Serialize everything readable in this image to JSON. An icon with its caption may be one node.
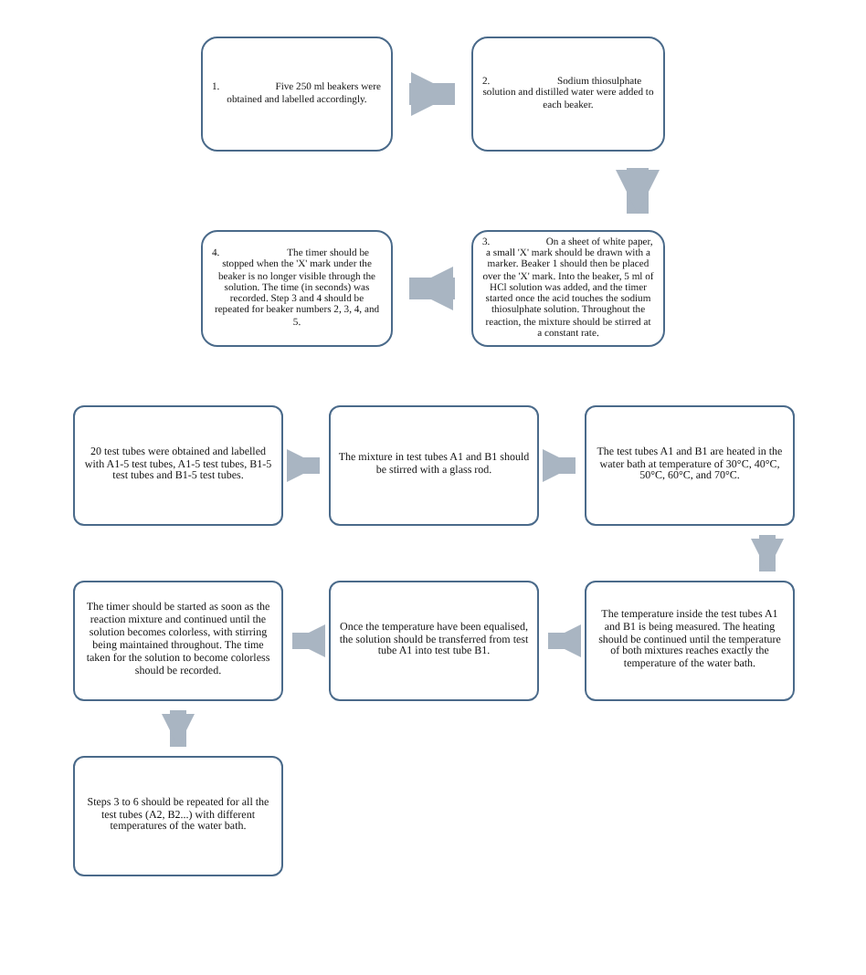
{
  "diagram": {
    "nodes": [
      {
        "text": [
          "1.",
          "Five 250 ml beakers were obtained and labelled accordingly."
        ]
      },
      {
        "text": [
          "2.",
          "Sodium thiosulphate solution and distilled water were added to each beaker."
        ]
      },
      {
        "text": [
          "3.",
          "On a sheet of white paper, a small 'X' mark should be drawn with a marker. Beaker 1 should then be placed over the 'X' mark. Into the beaker, 5 ml of HCl solution was added, and the timer started once the acid touches the sodium thiosulphate solution. Throughout the reaction, the mixture should be stirred at a constant rate."
        ]
      },
      {
        "text": [
          "4.",
          "The timer should be stopped when the 'X' mark under the beaker is no longer visible through the solution. The time (in seconds) was recorded. Step 3 and 4 should be repeated for beaker numbers 2, 3, 4, and 5."
        ]
      },
      {
        "text": [
          "20 test tubes were obtained and labelled with A1-5 test tubes, A1-5 test tubes, B1-5 test tubes and B1-5 test tubes."
        ]
      },
      {
        "text": [
          "The mixture in test tubes A1 and B1 should be stirred with a glass rod."
        ]
      },
      {
        "text": [
          "The test tubes A1 and B1 are heated in the water bath at temperature of 30°C, 40°C, 50°C, 60°C, and 70°C."
        ]
      },
      {
        "text": [
          "The temperature inside the test tubes A1 and B1 is being measured. The heating should be continued until the temperature of both mixtures reaches exactly the temperature of the water bath."
        ]
      },
      {
        "text": [
          "Once the temperature have been equalised, the solution should be transferred from test tube A1 into test tube B1."
        ]
      },
      {
        "text": [
          "The timer should be started as soon as the reaction mixture and continued until the solution becomes colorless, with stirring being maintained throughout. The time taken for the solution to become colorless should be recorded."
        ]
      },
      {
        "text": [
          "Steps 3 to 6 should be repeated for all the test tubes (A2, B2...) with different temperatures of the water bath."
        ]
      }
    ],
    "edges": [
      {
        "from": 0,
        "to": 1,
        "arrow": "to"
      },
      {
        "from": 1,
        "to": 2,
        "arrow": "to"
      },
      {
        "from": 2,
        "to": 3,
        "arrow": "to"
      },
      {
        "from": 4,
        "to": 5,
        "arrow": "to"
      },
      {
        "from": 5,
        "to": 6,
        "arrow": "to"
      },
      {
        "from": 6,
        "to": 7,
        "arrow": "to"
      },
      {
        "from": 7,
        "to": 8,
        "arrow": "to"
      },
      {
        "from": 8,
        "to": 9,
        "arrow": "to"
      },
      {
        "from": 9,
        "to": 10,
        "arrow": "to"
      }
    ]
  }
}
